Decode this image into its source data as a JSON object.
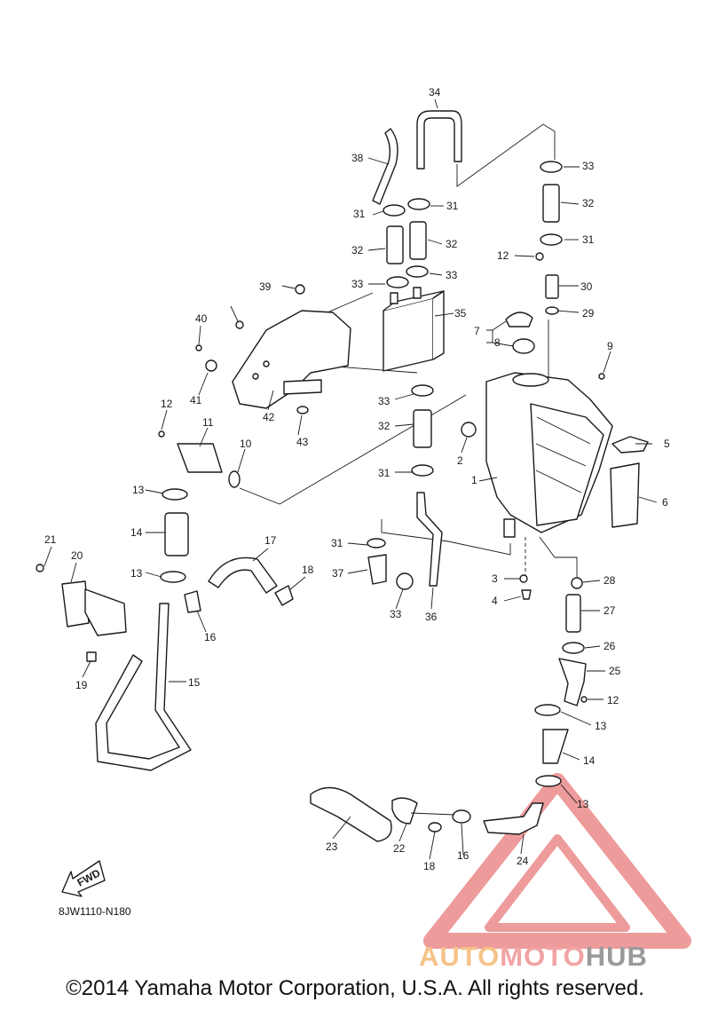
{
  "diagram": {
    "part_numbers": [
      "1",
      "2",
      "3",
      "4",
      "5",
      "6",
      "7",
      "8",
      "9",
      "10",
      "11",
      "12",
      "13",
      "14",
      "15",
      "16",
      "17",
      "18",
      "19",
      "20",
      "21",
      "22",
      "23",
      "24",
      "25",
      "26",
      "27",
      "28",
      "29",
      "30",
      "31",
      "32",
      "33",
      "34",
      "35",
      "36",
      "37",
      "38",
      "39",
      "40",
      "41",
      "42",
      "43"
    ],
    "fwd_label": "FWD",
    "diagram_code": "8JW1110-N180"
  },
  "watermark": {
    "part_a": "AUTO",
    "part_b": "MOTO",
    "part_c": "HUB",
    "colors": {
      "auto": "#f6c38a",
      "moto": "#f2a3a3",
      "hub": "#9a9a9a",
      "triangle": "#e87a7a"
    }
  },
  "footer": {
    "copyright": "©2014 Yamaha Motor Corporation, U.S.A. All rights reserved."
  }
}
